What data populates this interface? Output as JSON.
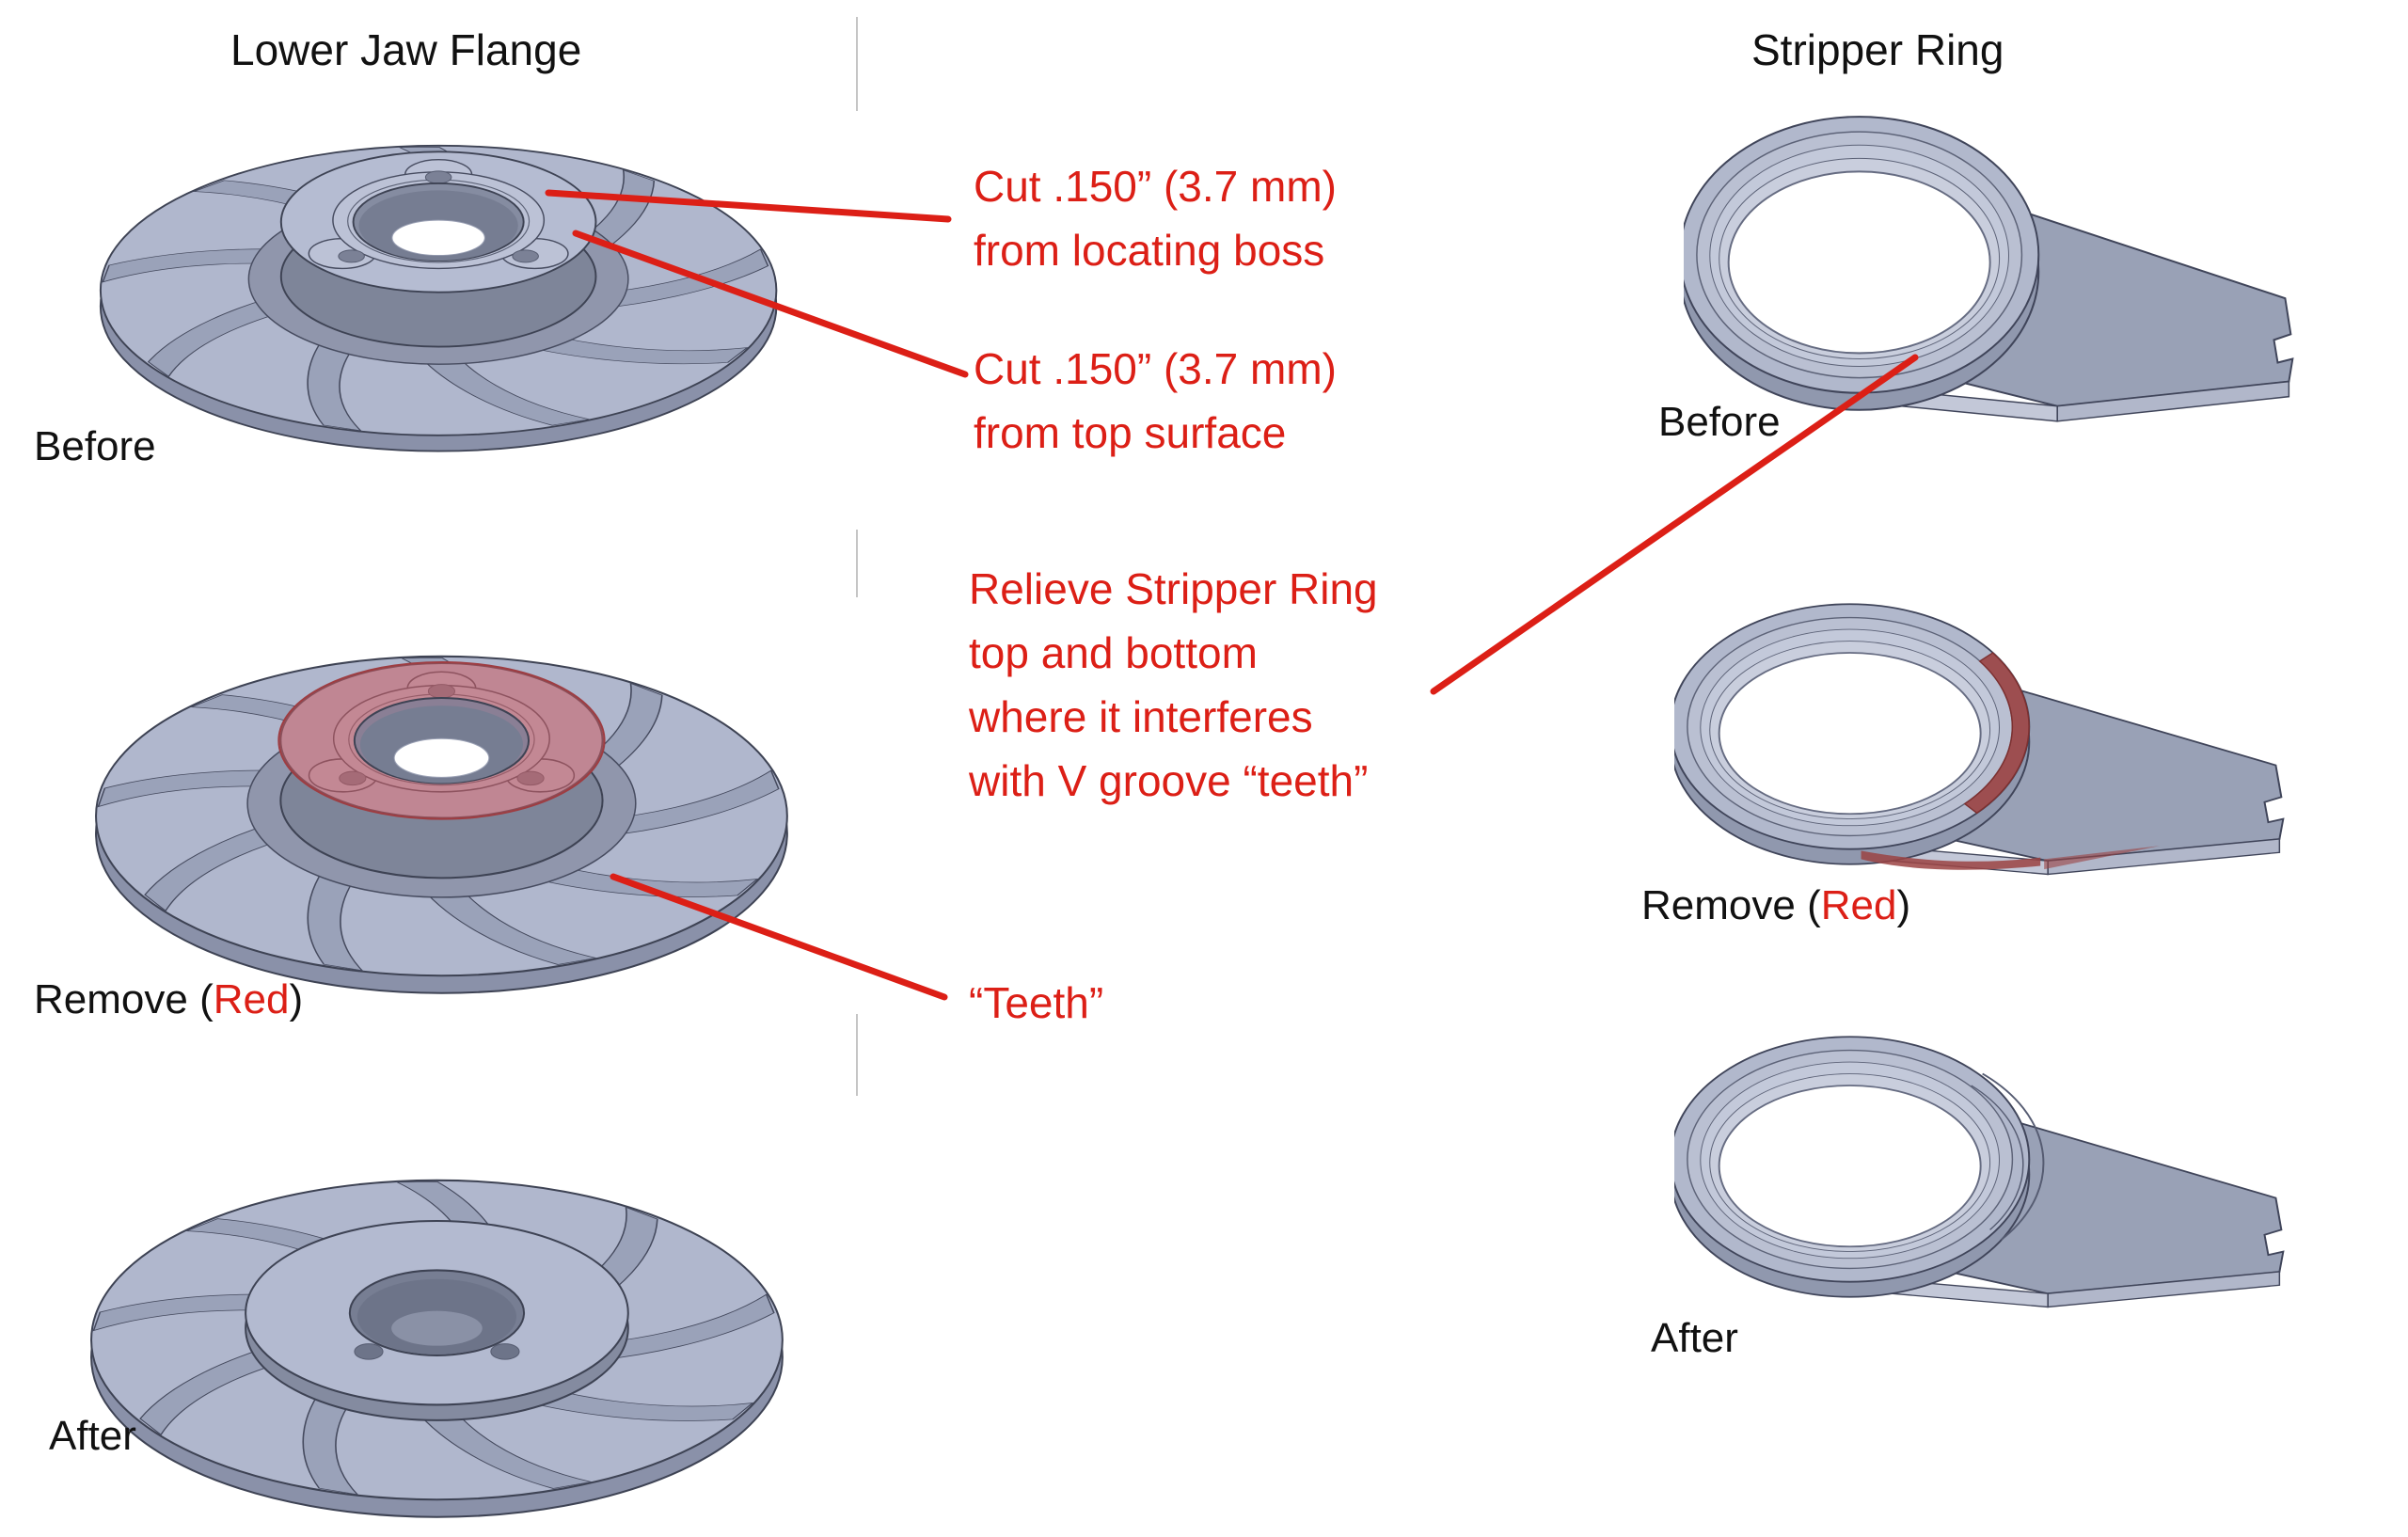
{
  "left_column": {
    "title": "Lower Jaw Flange",
    "labels": {
      "before": "Before",
      "remove_prefix": "Remove (",
      "remove_red": "Red",
      "remove_suffix": ")",
      "after": "After"
    }
  },
  "right_column": {
    "title": "Stripper Ring",
    "labels": {
      "before": "Before",
      "remove_prefix": "Remove (",
      "remove_red": "Red",
      "remove_suffix": ")",
      "after": "After"
    }
  },
  "annotations": {
    "cut_boss": {
      "line1": "Cut .150” (3.7 mm)",
      "line2": "from locating boss"
    },
    "cut_top": {
      "line1": "Cut .150” (3.7 mm)",
      "line2": "from top surface"
    },
    "relieve": {
      "line1": "Relieve Stripper Ring",
      "line2": "top and bottom",
      "line3": "where it interferes",
      "line4": "with V groove “teeth”"
    },
    "teeth": {
      "text": "“Teeth”"
    }
  },
  "colors": {
    "accent_red": "#DC1F16",
    "removal_highlight": "#C85A5F",
    "part_body": "#B1B8CC",
    "part_shadow": "#8A91A9",
    "edge_line": "#3E4354"
  }
}
